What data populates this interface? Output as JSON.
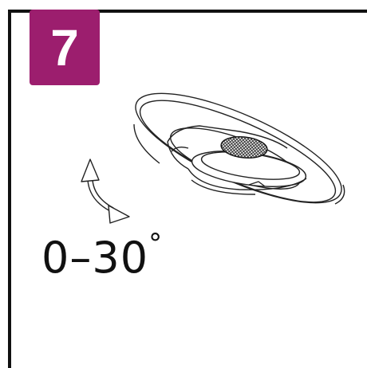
{
  "step": {
    "number": "7",
    "color": "#9c1e6e"
  },
  "angle": {
    "range": "0–30",
    "unit": "°"
  },
  "icons": [
    "double-arrow-icon",
    "downlight-fixture-illustration"
  ]
}
